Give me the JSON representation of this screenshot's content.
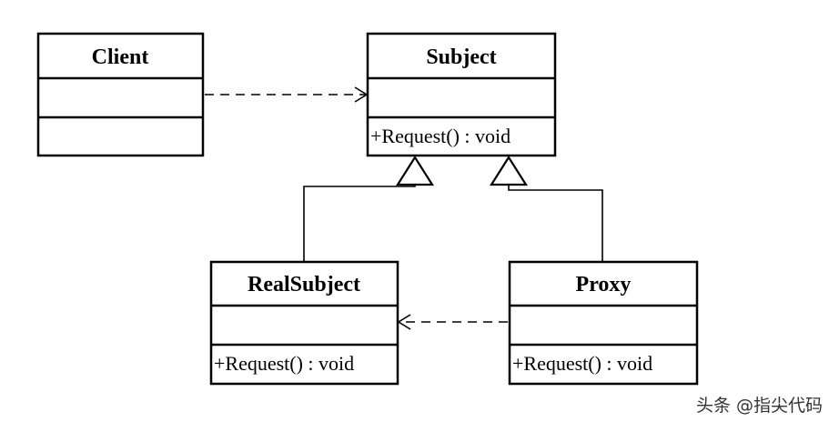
{
  "classes": {
    "client": {
      "name": "Client"
    },
    "subject": {
      "name": "Subject",
      "method": "+Request() : void"
    },
    "realsubject": {
      "name": "RealSubject",
      "method": "+Request() : void"
    },
    "proxy": {
      "name": "Proxy",
      "method": "+Request() : void"
    }
  },
  "watermark": "头条 @指尖代码"
}
